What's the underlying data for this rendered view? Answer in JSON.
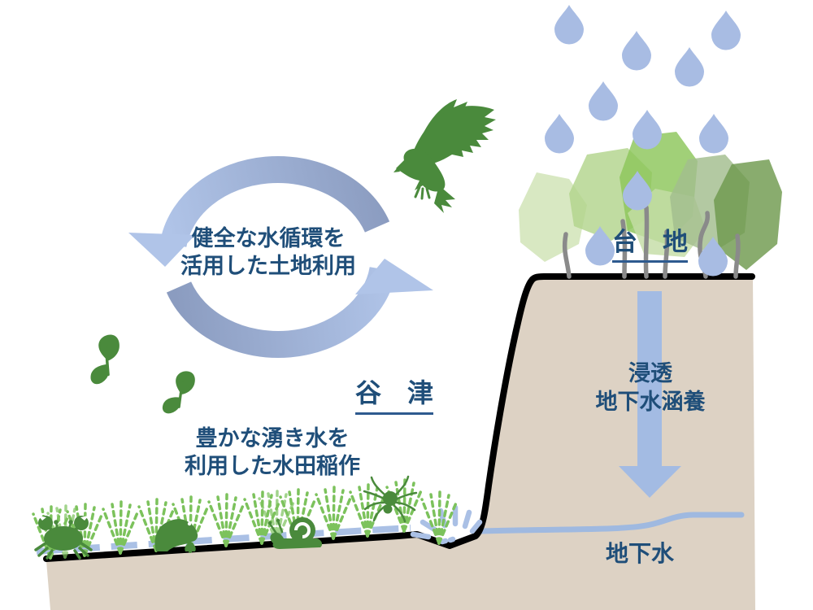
{
  "labels": {
    "cycle": {
      "line1": "健全な水循環を",
      "line2": "活用した土地利用"
    },
    "yatsu": "谷　津",
    "spring_rice": {
      "line1": "豊かな湧き水を",
      "line2": "利用した水田稲作"
    },
    "daichi": "台　地",
    "infiltration": {
      "line1": "浸透",
      "line2": "地下水涵養"
    },
    "groundwater": "地下水"
  },
  "colors": {
    "text_blue": "#1f4e79",
    "underline": "#2e5a8f",
    "rain_blue": "#a8bce3",
    "arrow_light": "#b0c4e8",
    "arrow_dark": "#8b9cc0",
    "ground_tan": "#ddd2c4",
    "outline": "#000000",
    "water_line": "#9fb9e0",
    "paddy_water": "#aac0e5",
    "animal_green": "#4a8a3c",
    "plant_green": "#7cc25c",
    "trunk_gray": "#8a8a8a"
  },
  "icons": [
    {
      "name": "cycle-arrows-icon",
      "meaning": "circular water-cycle arrows"
    },
    {
      "name": "hawk-icon",
      "meaning": "bird of prey over the valley"
    },
    {
      "name": "butterfly-icon",
      "meaning": "butterflies in the valley"
    },
    {
      "name": "raindrop-icon",
      "meaning": "rain falling on the upland"
    },
    {
      "name": "tree-icon",
      "meaning": "woodland on the plateau"
    },
    {
      "name": "down-arrow-icon",
      "meaning": "infiltration / recharge direction"
    },
    {
      "name": "spring-icon",
      "meaning": "spring water seeping from cliff base"
    },
    {
      "name": "rice-plant-icon",
      "meaning": "paddy rice seedlings"
    },
    {
      "name": "crab-icon",
      "meaning": "crab in the paddy"
    },
    {
      "name": "frog-icon",
      "meaning": "frog in the paddy"
    },
    {
      "name": "snail-icon",
      "meaning": "snail in the paddy"
    },
    {
      "name": "spider-icon",
      "meaning": "spider in the paddy"
    }
  ]
}
